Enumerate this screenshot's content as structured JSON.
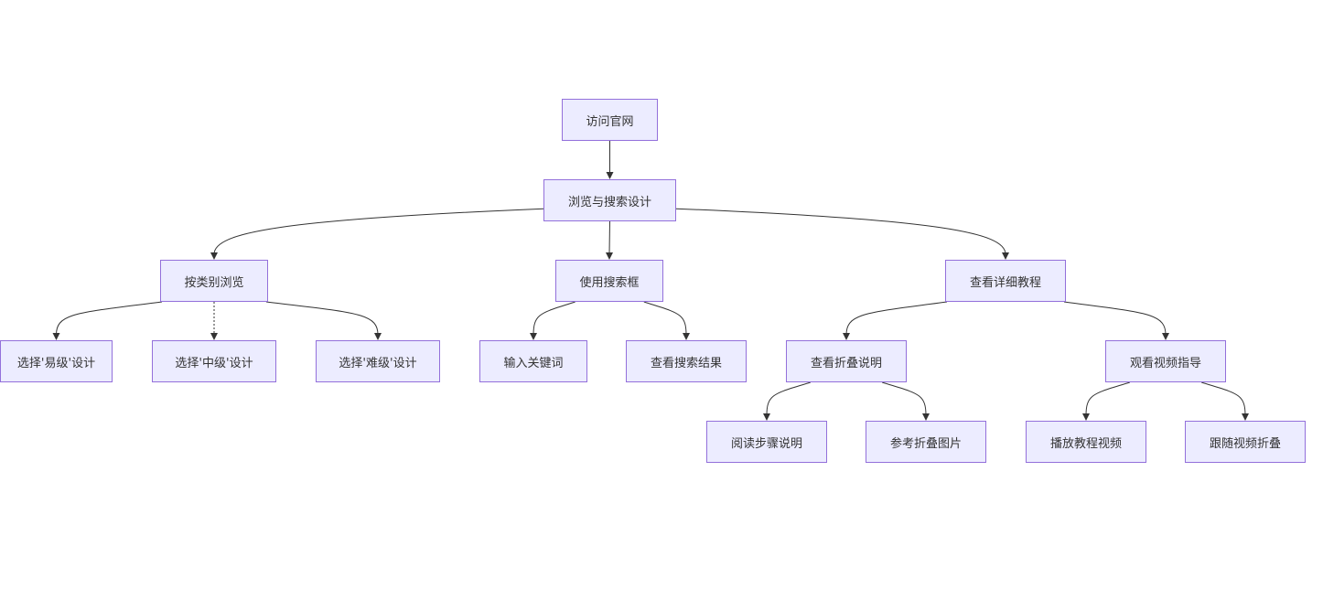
{
  "nodes": [
    {
      "id": "visit",
      "label": "访问官网"
    },
    {
      "id": "browse",
      "label": "浏览与搜索设计"
    },
    {
      "id": "category",
      "label": "按类别浏览"
    },
    {
      "id": "searchbox",
      "label": "使用搜索框"
    },
    {
      "id": "tutorial",
      "label": "查看详细教程"
    },
    {
      "id": "easy",
      "label": "选择'易级'设计"
    },
    {
      "id": "medium",
      "label": "选择'中级'设计"
    },
    {
      "id": "hard",
      "label": "选择'难级'设计"
    },
    {
      "id": "keyword",
      "label": "输入关键词"
    },
    {
      "id": "results",
      "label": "查看搜索结果"
    },
    {
      "id": "folding",
      "label": "查看折叠说明"
    },
    {
      "id": "video",
      "label": "观看视频指导"
    },
    {
      "id": "steps",
      "label": "阅读步骤说明"
    },
    {
      "id": "images",
      "label": "参考折叠图片"
    },
    {
      "id": "play",
      "label": "播放教程视频"
    },
    {
      "id": "follow",
      "label": "跟随视频折叠"
    }
  ],
  "edges": [
    {
      "from": "visit",
      "to": "browse",
      "style": "solid"
    },
    {
      "from": "browse",
      "to": "category",
      "style": "solid"
    },
    {
      "from": "browse",
      "to": "searchbox",
      "style": "solid"
    },
    {
      "from": "browse",
      "to": "tutorial",
      "style": "solid"
    },
    {
      "from": "category",
      "to": "easy",
      "style": "solid"
    },
    {
      "from": "category",
      "to": "medium",
      "style": "dashed"
    },
    {
      "from": "category",
      "to": "hard",
      "style": "solid"
    },
    {
      "from": "searchbox",
      "to": "keyword",
      "style": "solid"
    },
    {
      "from": "searchbox",
      "to": "results",
      "style": "solid"
    },
    {
      "from": "tutorial",
      "to": "folding",
      "style": "solid"
    },
    {
      "from": "tutorial",
      "to": "video",
      "style": "solid"
    },
    {
      "from": "folding",
      "to": "steps",
      "style": "solid"
    },
    {
      "from": "folding",
      "to": "images",
      "style": "solid"
    },
    {
      "from": "video",
      "to": "play",
      "style": "solid"
    },
    {
      "from": "video",
      "to": "follow",
      "style": "solid"
    }
  ],
  "colors": {
    "node_fill": "#ECECFF",
    "node_border": "#9370DB",
    "edge": "#333333",
    "text": "#333333"
  }
}
